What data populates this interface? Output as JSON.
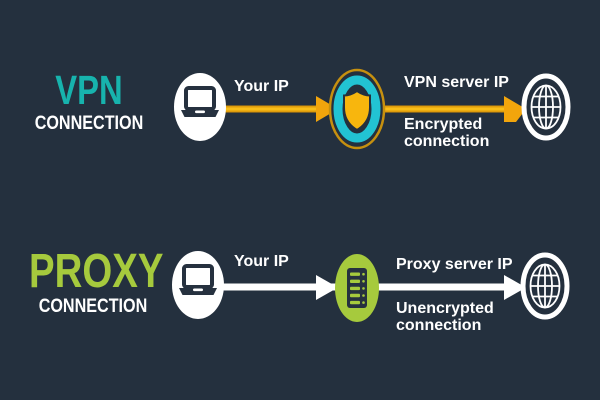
{
  "colors": {
    "background": "#24303e",
    "vpn_accent": "#17b3ad",
    "proxy_accent": "#a6ca3d",
    "gold_arrow": "#f2a50c",
    "gold_arrow_dark": "#d28c05",
    "gold_arrow_bright": "#ffc61b",
    "gold_ring": "#c6900f",
    "cyan_ring": "#22c3d3",
    "shield_gold": "#f8b60d",
    "white_arrow": "#ffffff",
    "icon_dark": "#26313f",
    "icon_circle_white": "#ffffff"
  },
  "icons": {
    "laptop": "laptop-icon",
    "shield": "shield-icon",
    "server": "server-rack-icon",
    "globe": "globe-icon"
  },
  "vpn_section": {
    "title_line1": "VPN",
    "title_line2": "CONNECTION",
    "your_ip_label": "Your IP",
    "server_ip_label": "VPN server IP",
    "encryption_line1": "Encrypted",
    "encryption_line2": "connection"
  },
  "proxy_section": {
    "title_line1": "PROXY",
    "title_line2": "CONNECTION",
    "your_ip_label": "Your IP",
    "server_ip_label": "Proxy server IP",
    "encryption_line1": "Unencrypted",
    "encryption_line2": "connection"
  }
}
